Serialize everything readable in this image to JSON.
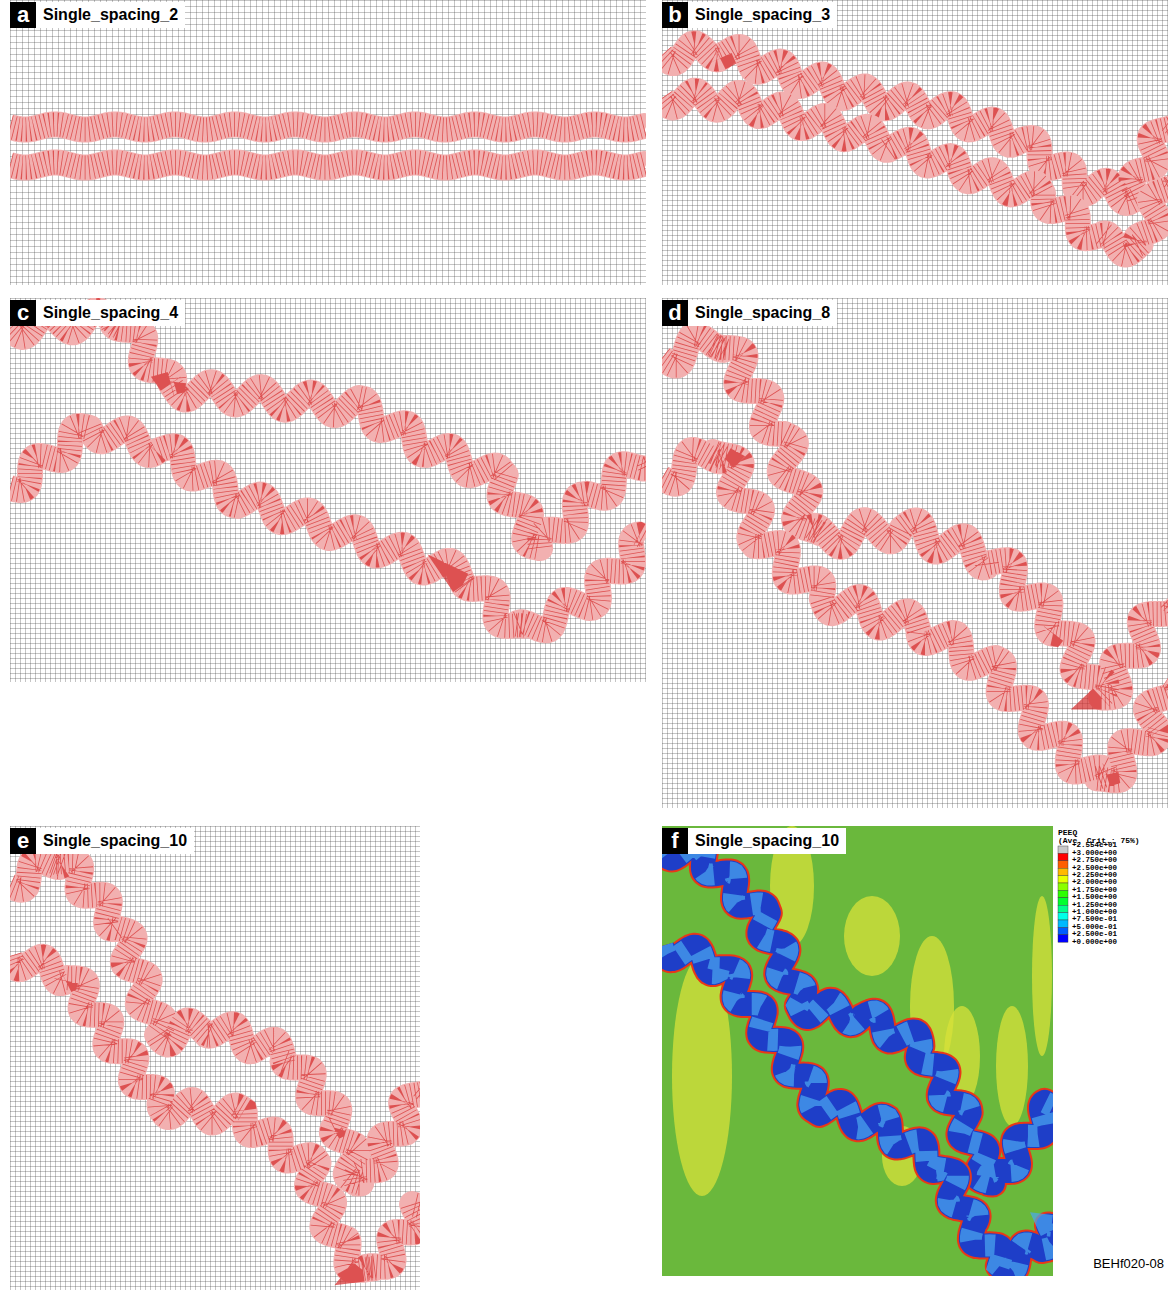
{
  "diagram": {
    "nodes": [
      {
        "text": [
          "a",
          "Single_spacing_2"
        ]
      },
      {
        "text": [
          "b",
          "Single_spacing_3"
        ]
      },
      {
        "text": [
          "c",
          "Single_spacing_4"
        ]
      },
      {
        "text": [
          "d",
          "Single_spacing_8"
        ]
      },
      {
        "text": [
          "e",
          "Single_spacing_10"
        ]
      },
      {
        "text": [
          "f",
          "Single_spacing_10"
        ]
      }
    ],
    "labels": [
      "PEEQ",
      "(Ave. Crit.: 75%)",
      "+2.554e+01",
      "+3.000e+00",
      "+2.750e+00",
      "+2.500e+00",
      "+2.250e+00",
      "+2.000e+00",
      "+1.750e+00",
      "+1.500e+00",
      "+1.250e+00",
      "+1.000e+00",
      "+7.500e-01",
      "+5.000e-01",
      "+2.500e-01",
      "+0.000e+00",
      "BEHf020-08"
    ]
  }
}
